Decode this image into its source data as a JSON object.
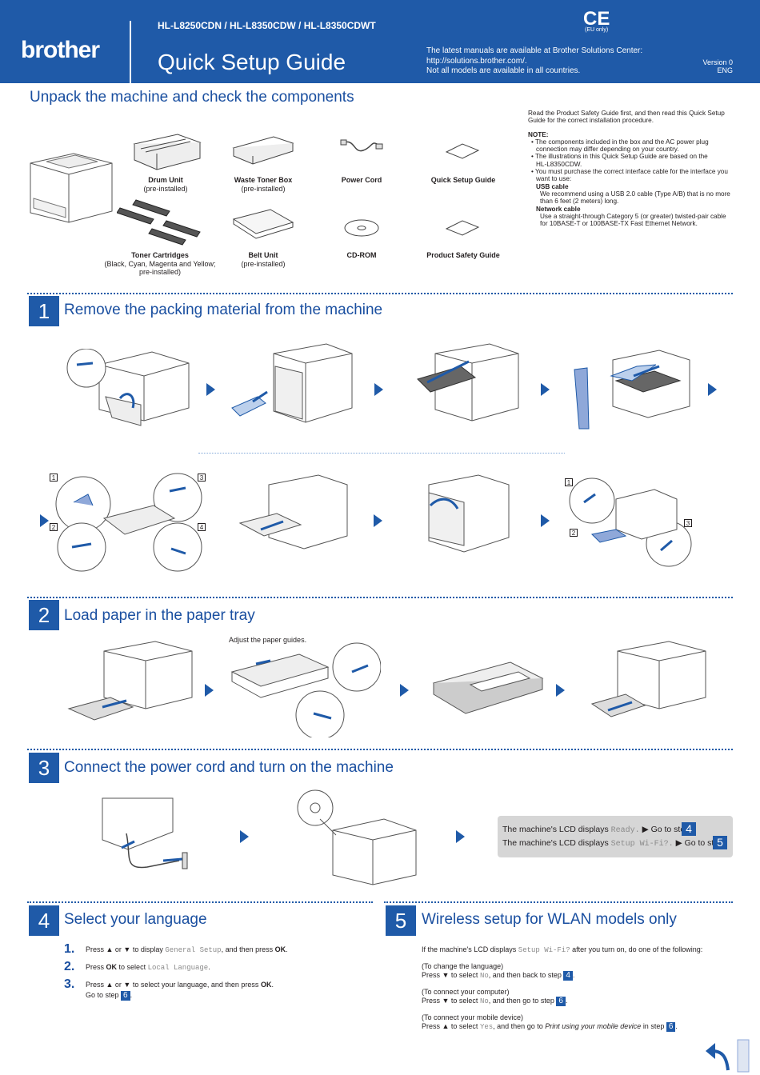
{
  "header": {
    "brand": "brother",
    "models": "HL-L8250CDN / HL-L8350CDW / HL-L8350CDWT",
    "title": "Quick Setup Guide",
    "ce_mark": "CE",
    "eu_only": "(EU only)",
    "manuals_line1": "The latest manuals are available at Brother Solutions Center:",
    "manuals_line2": "http://solutions.brother.com/.",
    "manuals_line3": "Not all models are available in all countries.",
    "version": "Version 0",
    "lang": "ENG"
  },
  "unpack": {
    "title": "Unpack the machine and check the components",
    "components": [
      {
        "name": "Drum Unit",
        "note": "(pre-installed)"
      },
      {
        "name": "Waste Toner Box",
        "note": "(pre-installed)"
      },
      {
        "name": "Power Cord",
        "note": ""
      },
      {
        "name": "Quick Setup Guide",
        "note": ""
      },
      {
        "name": "Toner Cartridges",
        "note": "(Black, Cyan, Magenta and Yellow;",
        "note2": "pre-installed)"
      },
      {
        "name": "Belt Unit",
        "note": "(pre-installed)"
      },
      {
        "name": "CD-ROM",
        "note": ""
      },
      {
        "name": "Product Safety Guide",
        "note": ""
      }
    ],
    "intro1": "Read the Product Safety Guide first, and then read this Quick Setup",
    "intro2": "Guide for the correct installation procedure.",
    "note_label": "NOTE:",
    "note1a": "• The components included in the box and the AC power plug",
    "note1b": "connection may differ depending on your country.",
    "note2a": "• The illustrations in this Quick Setup Guide are based on the",
    "note2b": "HL-L8350CDW.",
    "note3a": "• You must purchase the correct interface cable for the interface you",
    "note3b": "want to use:",
    "usb_label": "USB cable",
    "usb1": "We recommend using a USB 2.0 cable (Type A/B) that is no more",
    "usb2": "than 6 feet (2 meters) long.",
    "net_label": "Network cable",
    "net1": "Use a straight-through Category 5 (or greater) twisted-pair cable",
    "net2": "for 10BASE-T or 100BASE-TX Fast Ethernet Network."
  },
  "step1": {
    "num": "1",
    "title": "Remove the packing material from the machine",
    "callouts": [
      "1",
      "2",
      "3",
      "4",
      "1",
      "2",
      "3"
    ]
  },
  "step2": {
    "num": "2",
    "title": "Load paper in the paper tray",
    "adjust": "Adjust the paper guides."
  },
  "step3": {
    "num": "3",
    "title": "Connect the power cord and turn on the machine",
    "lcd1_pre": "The machine's LCD displays",
    "lcd1_code": "Ready.",
    "lcd1_post": "▶ Go to step",
    "lcd1_step": "4",
    "lcd2_pre": "The machine's LCD displays",
    "lcd2_code": "Setup Wi-Fi?.",
    "lcd2_post": "▶ Go to step",
    "lcd2_step": "5"
  },
  "step4": {
    "num": "4",
    "title": "Select your language",
    "i1_num": "1.",
    "i1_a": "Press ▲ or ▼ to display",
    "i1_code": "General Setup",
    "i1_b": ", and then press",
    "i1_ok": "OK",
    "i1_c": ".",
    "i2_num": "2.",
    "i2_a": "Press",
    "i2_ok": "OK",
    "i2_b": "to select",
    "i2_code": "Local Language",
    "i2_c": ".",
    "i3_num": "3.",
    "i3_a": "Press ▲ or ▼ to select your language, and then press",
    "i3_ok": "OK",
    "i3_c": ".",
    "i3_goto": "Go to step",
    "i3_step": "6",
    "i3_end": "."
  },
  "step5": {
    "num": "5",
    "title": "Wireless setup for WLAN models only",
    "intro_a": "If the machine's LCD displays",
    "intro_code": "Setup Wi-Fi?",
    "intro_b": "after you turn on, do one of the following:",
    "o1_head": "(To change the language)",
    "o1_a": "Press ▼ to select",
    "o1_code": "No",
    "o1_b": ", and then back to step",
    "o1_step": "4",
    "o1_end": ".",
    "o2_head": "(To connect your computer)",
    "o2_a": "Press ▼ to select",
    "o2_code": "No",
    "o2_b": ", and then go to step",
    "o2_step": "6",
    "o2_end": ".",
    "o3_head": "(To connect your mobile device)",
    "o3_a": "Press ▲ to select",
    "o3_code": "Yes",
    "o3_b": ", and then go to",
    "o3_em": "Print using your mobile device",
    "o3_c": "in step",
    "o3_step": "6",
    "o3_end": "."
  },
  "colors": {
    "brand_blue": "#1f5aa8",
    "heading_blue": "#1a4fa0",
    "lcd_grey": "#d6d6d6"
  },
  "icons": [
    "ce-mark",
    "drum-unit",
    "waste-toner-box",
    "power-cord",
    "quick-setup-guide",
    "toner-cartridges",
    "belt-unit",
    "cd-rom",
    "product-safety-guide",
    "printer",
    "arrow-right",
    "turn-page-arrow"
  ]
}
